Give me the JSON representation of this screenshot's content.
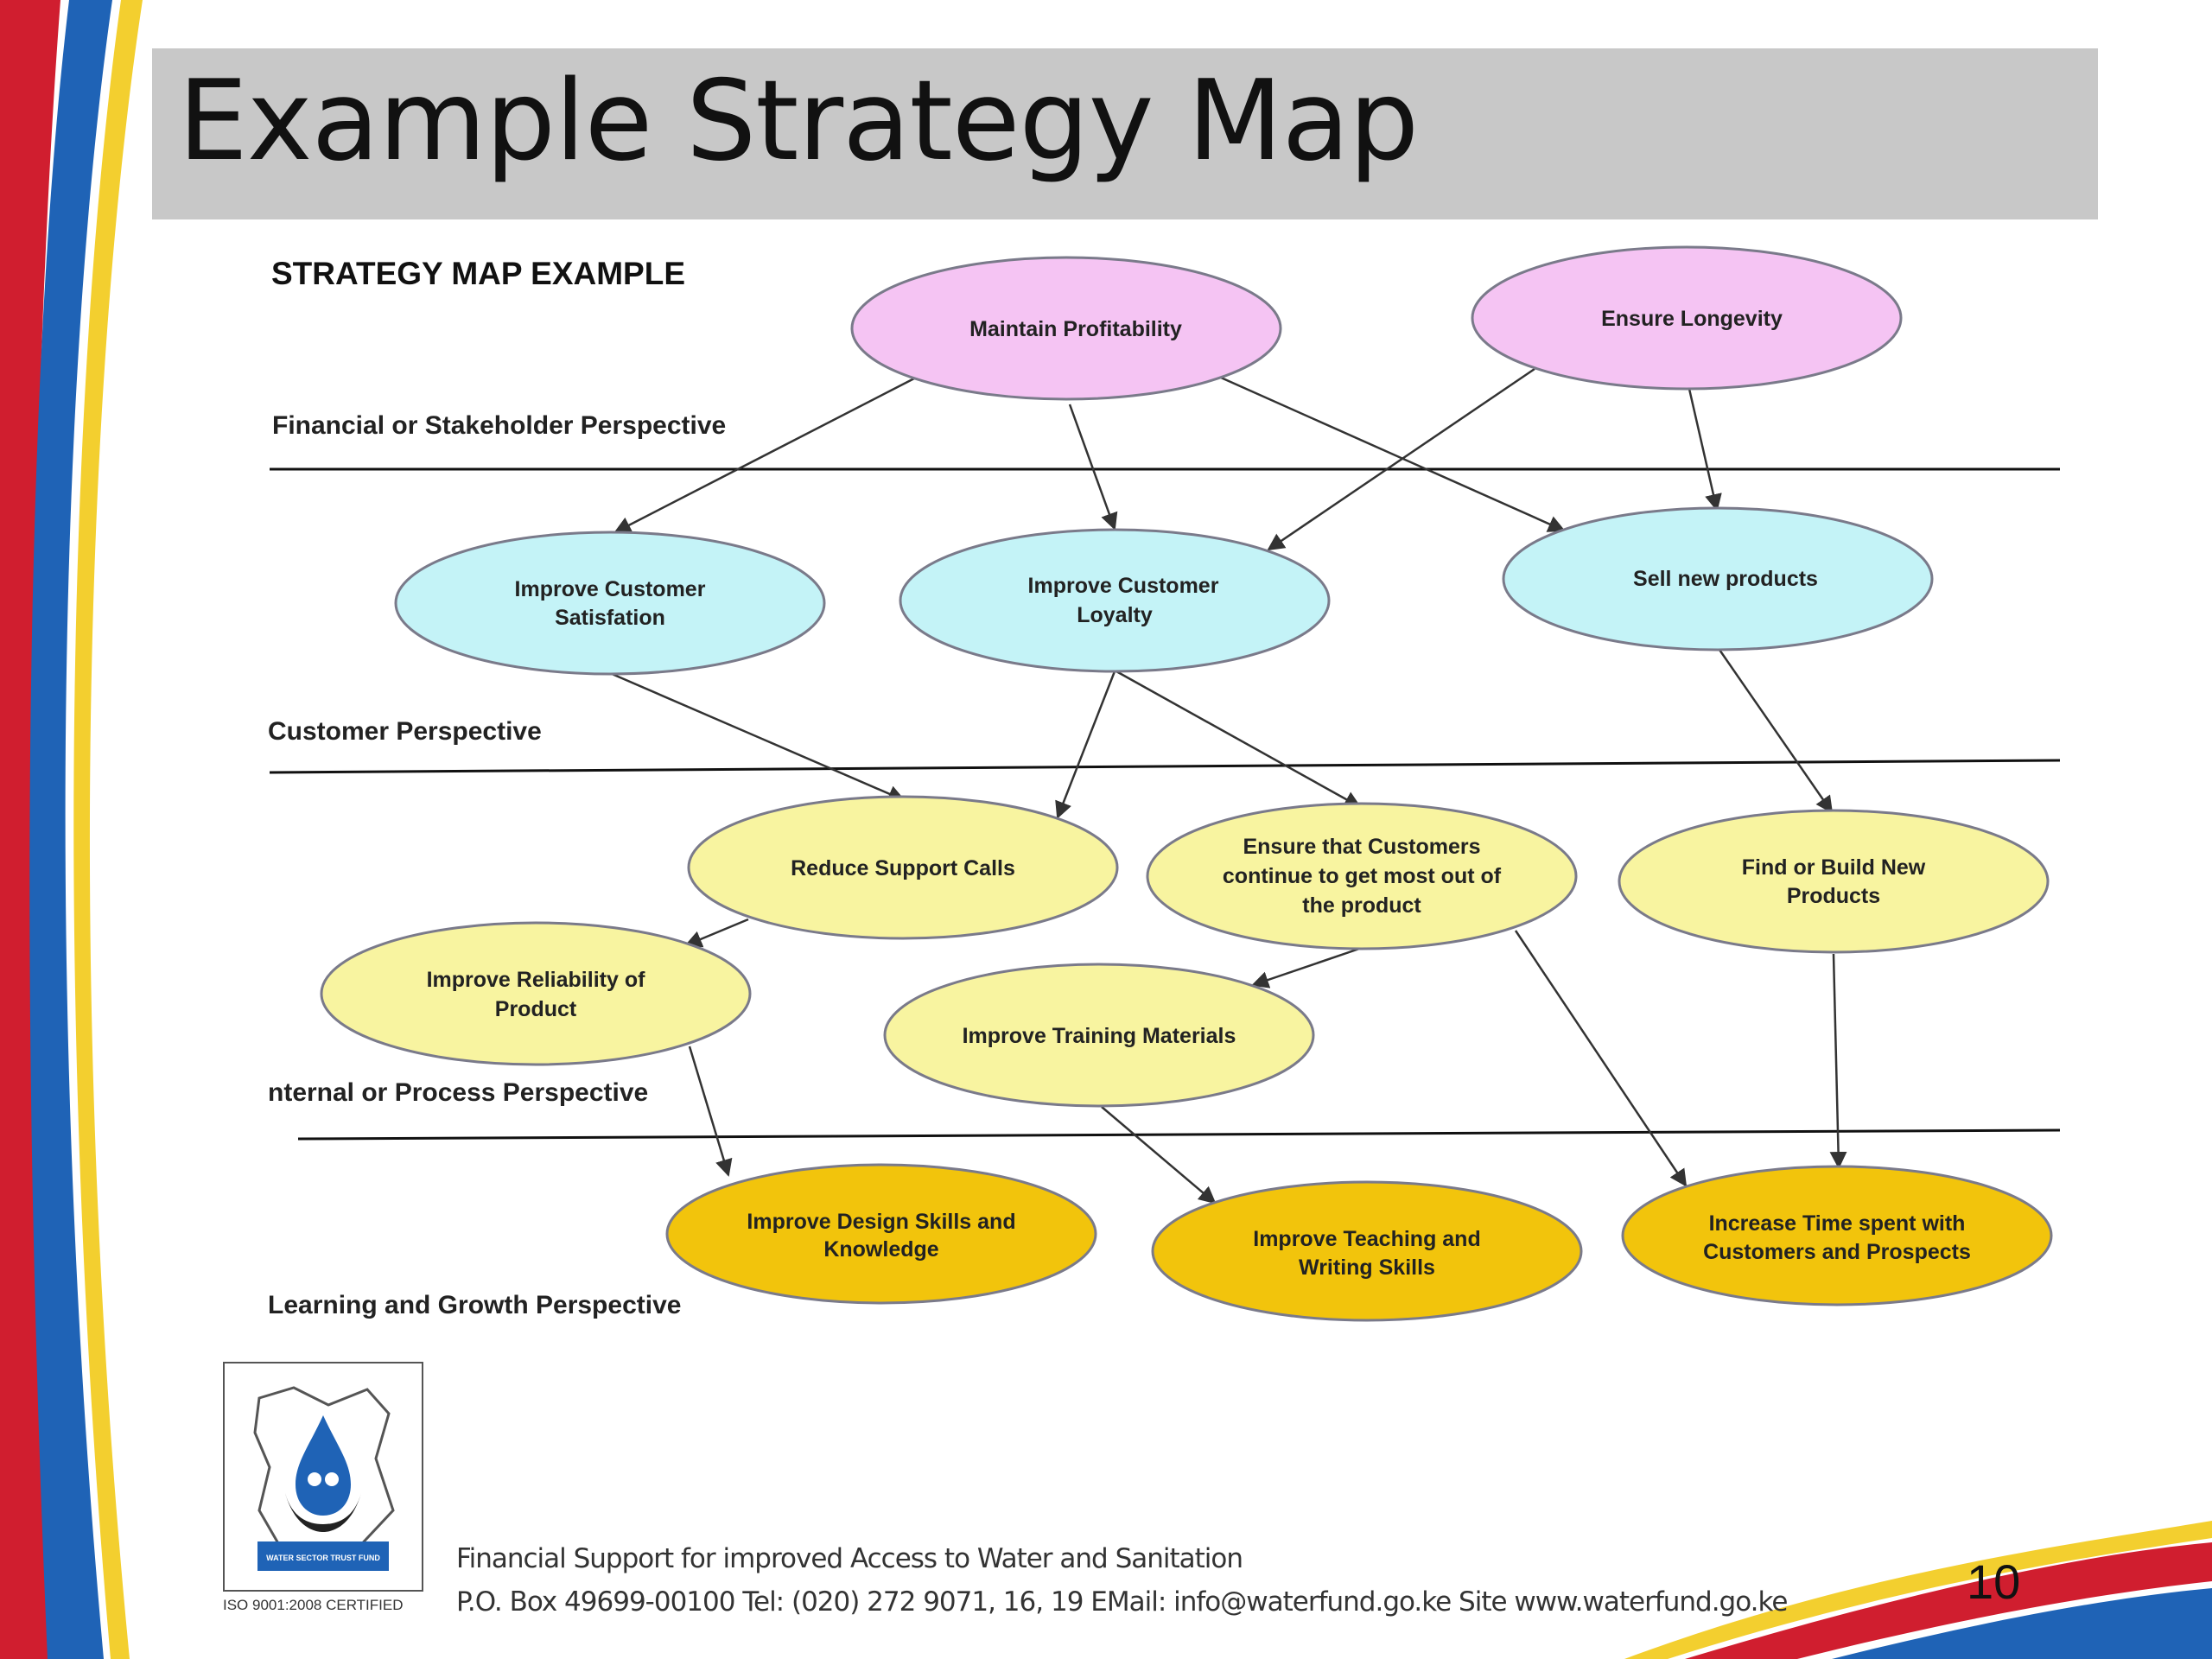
{
  "slide": {
    "title": "Example Strategy Map",
    "map_heading": "STRATEGY MAP EXAMPLE",
    "page_number": "10"
  },
  "perspectives": [
    "Financial or Stakeholder Perspective",
    "Customer Perspective",
    "nternal or Process Perspective",
    "Learning and Growth Perspective"
  ],
  "nodes": {
    "maintain_profitability": [
      "Maintain Profitability"
    ],
    "ensure_longevity": [
      "Ensure Longevity"
    ],
    "improve_satisfaction": [
      "Improve Customer",
      "Satisfation"
    ],
    "improve_loyalty": [
      "Improve Customer",
      "Loyalty"
    ],
    "sell_new_products": [
      "Sell new products"
    ],
    "reduce_support_calls": [
      "Reduce Support Calls"
    ],
    "ensure_customers": [
      "Ensure that Customers",
      "continue to get most out of",
      "the product"
    ],
    "find_build_products": [
      "Find or Build New",
      "Products"
    ],
    "improve_reliability": [
      "Improve Reliability of",
      "Product"
    ],
    "improve_training": [
      "Improve Training Materials"
    ],
    "improve_design": [
      "Improve Design Skills and",
      "Knowledge"
    ],
    "improve_teaching": [
      "Improve Teaching and",
      "Writing Skills"
    ],
    "increase_time": [
      "Increase Time spent with",
      "Customers and Prospects"
    ]
  },
  "colors": {
    "financial_fill": "#f5c4f3",
    "customer_fill": "#c4f3f7",
    "process_fill": "#f8f4a0",
    "learning_fill": "#f2c40c",
    "stroke": "#7a7a8a",
    "red_stripe": "#d01e2f",
    "blue_stripe": "#1f63b6",
    "yellow_stripe": "#f3cf2f"
  },
  "footer": {
    "line1": "Financial Support for improved Access to Water and Sanitation",
    "line2": "P.O. Box 49699-00100 Tel: (020) 272 9071, 16, 19 EMail: info@waterfund.go.ke Site www.waterfund.go.ke",
    "iso_label": "ISO 9001:2008 CERTIFIED",
    "logo_banner": "WATER SECTOR TRUST FUND"
  }
}
